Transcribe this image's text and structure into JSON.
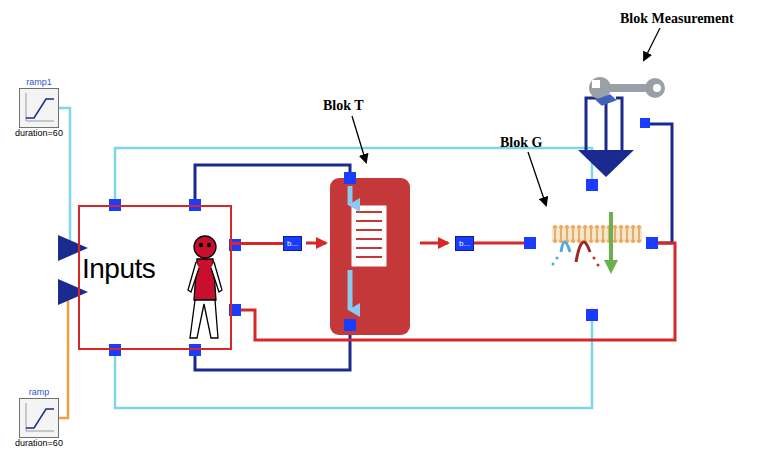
{
  "diagram": {
    "nodes": [
      {
        "text": [
          "ramp1",
          "duration=60"
        ]
      },
      {
        "text": [
          "Inputs"
        ]
      },
      {
        "text": [
          "b..."
        ]
      },
      {
        "text": [
          "b..."
        ]
      },
      {
        "text": [
          "ramp",
          "duration=60"
        ]
      }
    ],
    "edges": [
      {
        "from": 0,
        "to": 1,
        "arrow": "to"
      },
      {
        "from": 4,
        "to": 1,
        "arrow": "to"
      },
      {
        "from": 1,
        "to": 2,
        "arrow": "none"
      }
    ],
    "labels": [
      "Blok Measurement",
      "Blok T",
      "Blok G"
    ]
  }
}
